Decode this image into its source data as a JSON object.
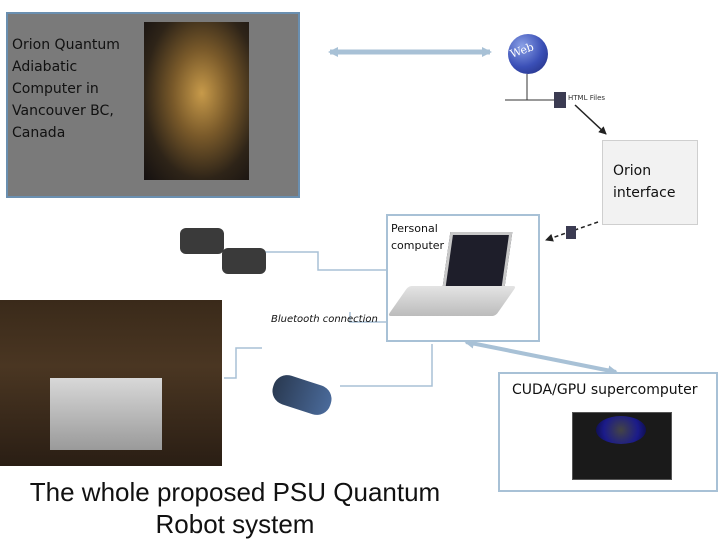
{
  "orion_computer": {
    "label": "Orion Quantum Adiabatic Computer in Vancouver BC, Canada"
  },
  "web": {
    "label": "Web",
    "files_label": "HTML Files"
  },
  "orion_interface": {
    "label": "Orion interface"
  },
  "personal_computer": {
    "label": "Personal computer"
  },
  "bluetooth": {
    "label": "Bluetooth connection"
  },
  "cuda": {
    "label": "CUDA/GPU supercomputer"
  },
  "title": {
    "text": "The whole proposed PSU Quantum Robot system"
  }
}
